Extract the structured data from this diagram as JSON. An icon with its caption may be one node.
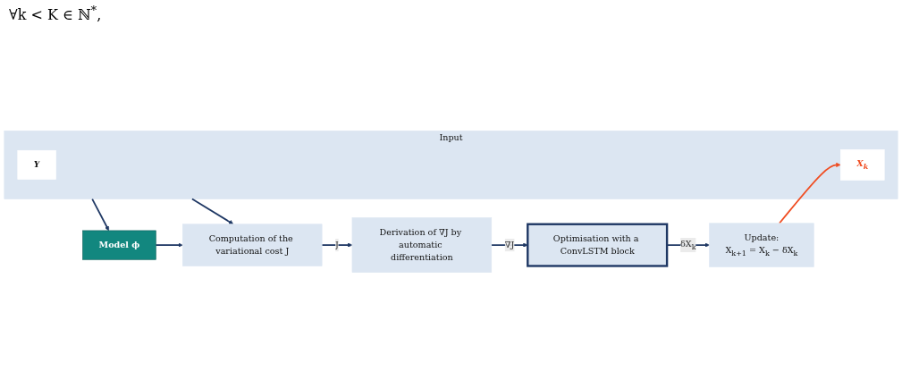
{
  "diagram": {
    "nodes": [
      {
        "text": [
          "Input"
        ]
      },
      {
        "text": [
          "Y"
        ],
        "in": 0
      },
      {
        "text": [
          "X$_{k}$"
        ],
        "in": 0
      },
      {
        "text": [
          "Model ϕ"
        ]
      },
      {
        "text": [
          "Computation of the variational cost J"
        ]
      },
      {
        "text": [
          "Derivation of ∇J by automatic differentiation"
        ]
      },
      {
        "text": [
          "Optimisation with a ConvLSTM block"
        ]
      },
      {
        "text": [
          "Update:",
          "X$_{k+1}$ = X$_{k}$ − δX$_{k}$"
        ]
      }
    ],
    "edges": [
      {
        "from": 0,
        "to": 3,
        "arrow": "to"
      },
      {
        "from": 0,
        "to": 4,
        "arrow": "to"
      },
      {
        "from": 3,
        "to": 4,
        "arrow": "to"
      },
      {
        "from": 4,
        "to": 5,
        "arrow": "to",
        "label": "J"
      },
      {
        "from": 5,
        "to": 6,
        "arrow": "to",
        "label": "∇J"
      },
      {
        "from": 6,
        "to": 7,
        "arrow": "to",
        "label": "δX$_{k}$"
      },
      {
        "from": 7,
        "to": 2,
        "arrow": "to",
        "color": "#f04e23"
      }
    ],
    "labels": [
      "∀k < K ∈ ℕ$^{*}$,"
    ]
  }
}
